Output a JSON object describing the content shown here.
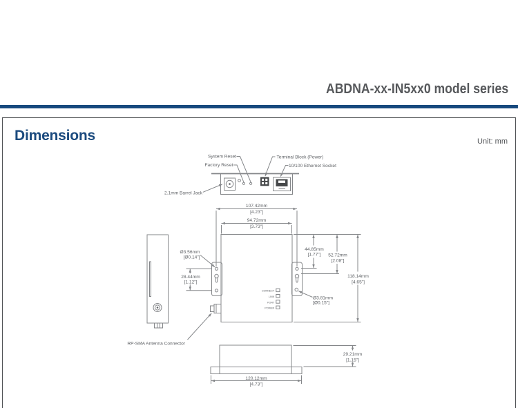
{
  "page": {
    "model_series": "ABDNA-xx-IN5xx0 model series",
    "section_title": "Dimensions",
    "unit_label": "Unit: mm"
  },
  "colors": {
    "accent_blue": "#17497e",
    "heading_blue": "#1b4a7e",
    "heading_gray": "#56585b",
    "drawing_line_gray": "#85878a",
    "drawing_text_gray": "#5f6266"
  },
  "top_view": {
    "system_reset": "System Reset",
    "factory_reset": "Factory Reset",
    "terminal_block": "Terminal Block (Power)",
    "ethernet_socket": "10/100 Ethernet Socket",
    "barrel_jack": "2.1mm Barrel Jack"
  },
  "front_view": {
    "led_labels": [
      "CONNECT",
      "LINK",
      "PORT",
      "POWER"
    ],
    "antenna_connector": "RP-SMA Antenna Connector",
    "dims": {
      "hole_span_mm": "107.42mm",
      "hole_span_in": "[4.23\"]",
      "body_width_mm": "94.72mm",
      "body_width_in": "[3.73\"]",
      "top_to_hole_mm": "44.85mm",
      "top_to_hole_in": "[1.77\"]",
      "top_to_slot_mm": "52.72mm",
      "top_to_slot_in": "[2.08\"]",
      "overall_height_mm": "118.14mm",
      "overall_height_in": "[4.65\"]",
      "hole_dia_mm": "Ø3.56mm",
      "hole_dia_in": "[Ø0.14\"]",
      "hole_pitch_mm": "28.44mm",
      "hole_pitch_in": "[1.12\"]",
      "screw_hole_dia_mm": "Ø3.81mm",
      "screw_hole_dia_in": "[Ø0.15\"]"
    }
  },
  "bottom_view": {
    "dims": {
      "height_mm": "29.21mm",
      "height_in": "[1.15\"]",
      "base_width_mm": "120.12mm",
      "base_width_in": "[4.73\"]"
    }
  }
}
